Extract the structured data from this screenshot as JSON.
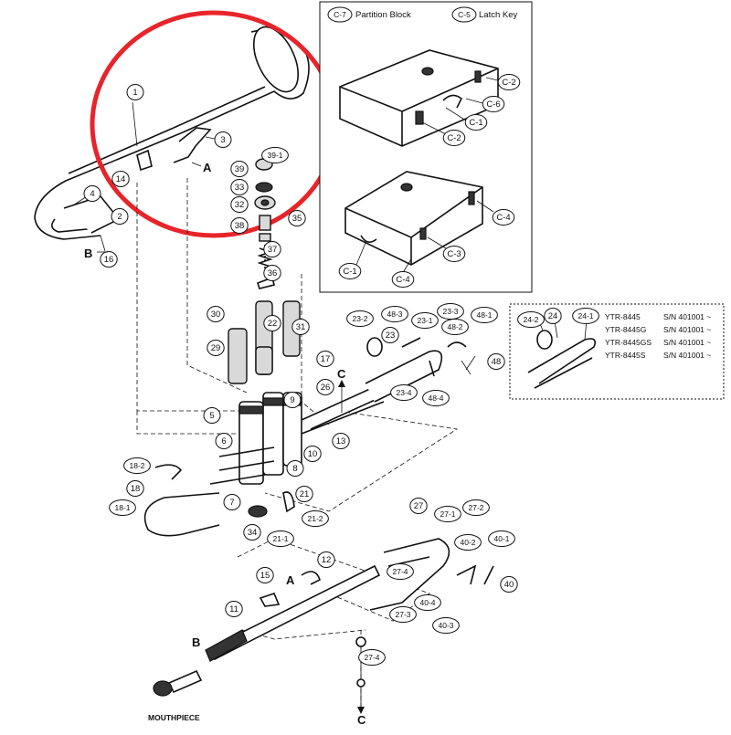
{
  "highlight_color": "#e8242b",
  "case_inset": {
    "header_left_code": "C-7",
    "header_left_name": "Partition Block",
    "header_right_code": "C-5",
    "header_right_name": "Latch Key",
    "top_case_labels": [
      "C-2",
      "C-6",
      "C-1",
      "C-2"
    ],
    "bottom_case_labels": [
      "C-4",
      "C-3",
      "C-1",
      "C-4"
    ]
  },
  "model_inset": {
    "labels": [
      "24-2",
      "24",
      "24-1"
    ],
    "models": [
      {
        "name": "YTR-8445",
        "serial": "S/N 401001 ~"
      },
      {
        "name": "YTR-8445G",
        "serial": "S/N 401001 ~"
      },
      {
        "name": "YTR-8445GS",
        "serial": "S/N 401001 ~"
      },
      {
        "name": "YTR-8445S",
        "serial": "S/N 401001 ~"
      }
    ]
  },
  "section_letters": {
    "A": "A",
    "B": "B",
    "C": "C"
  },
  "mouthpiece_label": "MOUTHPIECE",
  "part_labels": {
    "p1": "1",
    "p2": "2",
    "p3": "3",
    "p4": "4",
    "p14": "14",
    "p16": "16",
    "p39_1": "39-1",
    "p39": "39",
    "p33": "33",
    "p32": "32",
    "p38": "38",
    "p35": "35",
    "p37": "37",
    "p36": "36",
    "p30": "30",
    "p22": "22",
    "p31": "31",
    "p29": "29",
    "p17": "17",
    "p26": "26",
    "p9": "9",
    "p5": "5",
    "p6": "6",
    "p10": "10",
    "p13": "13",
    "p8": "8",
    "p7": "7",
    "p21": "21",
    "p21_2": "21-2",
    "p21_1": "21-1",
    "p34": "34",
    "p18_2": "18-2",
    "p18": "18",
    "p18_1": "18-1",
    "p23_2": "23-2",
    "p48_3": "48-3",
    "p23_1": "23-1",
    "p23_3": "23-3",
    "p48_2": "48-2",
    "p48_1": "48-1",
    "p23": "23",
    "p48": "48",
    "p23_4": "23-4",
    "p48_4": "48-4",
    "p27": "27",
    "p27_1": "27-1",
    "p27_2": "27-2",
    "p40_2": "40-2",
    "p40_1": "40-1",
    "p27_4a": "27-4",
    "p40": "40",
    "p40_4": "40-4",
    "p27_3": "27-3",
    "p40_3": "40-3",
    "p12": "12",
    "p15": "15",
    "p11": "11",
    "p27_4b": "27-4"
  }
}
